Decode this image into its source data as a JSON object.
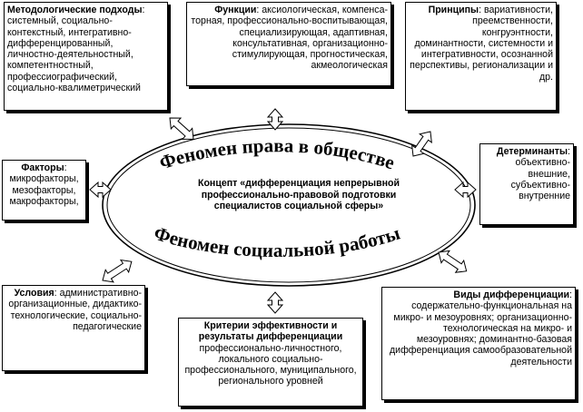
{
  "methodological": {
    "title": "Методологические подходы",
    "colon": ":",
    "text": "системный, социально-контекстный, интегративно-дифференцированный, личностно-деятельностный, компетентностный, профессиографический, социально-квалиметрический"
  },
  "functions": {
    "title": "Функции",
    "colon": ":",
    "text": "аксиологическая, компенса-торная, профессионально-воспитывающая, специализирующая, адаптивная, консультативная, организационно-стимулирующая, прогностическая, акмеологическая"
  },
  "principles": {
    "title": "Принципы",
    "colon": ":",
    "text": "вариативности, преемственности, конгруэнтности, доминантности, системности и интегративности, осознанной перспективы, регионализации и др."
  },
  "factors": {
    "title": "Факторы",
    "colon": ":",
    "text": "микрофакторы, мезофакторы, макрофакторы,"
  },
  "determinants": {
    "title": "Детерминанты",
    "colon": ":",
    "text": "объективно-внешние, субъективно-внутренние"
  },
  "conditions": {
    "title": "Условия",
    "colon": ":",
    "text": "административно-организационные, дидактико-технологические, социально-педагогические"
  },
  "criteria": {
    "title": "Критерии эффективности и результаты дифференциации",
    "text": "профессионально-личностного, локального социально-профессионального, муниципального, регионального уровней"
  },
  "types": {
    "title": "Виды дифференциации",
    "colon": ":",
    "text": "содержательно-функциональная на микро- и мезоуровнях; организационно-технологическая на микро- и мезоуровнях; доминантно-базовая дифференциация самообразовательной деятельности"
  },
  "ellipse": {
    "top_text": "Феномен права в обществе",
    "bottom_text": "Феномен социальной работы",
    "concept": "Концепт «дифференциация непрерывной профессионально-правовой подготовки специалистов социальной сферы»"
  }
}
